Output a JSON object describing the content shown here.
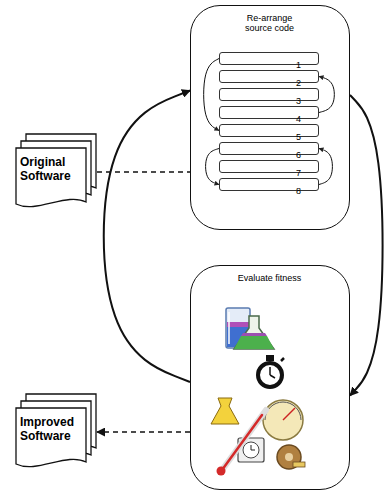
{
  "diagram": {
    "nodes": [
      {
        "text": [
          "Original Software"
        ]
      },
      {
        "text": [
          "Re-arrange source code"
        ]
      },
      {
        "text": [
          "1"
        ],
        "in": 1
      },
      {
        "text": [
          "2"
        ],
        "in": 1
      },
      {
        "text": [
          "3"
        ],
        "in": 1
      },
      {
        "text": [
          "4"
        ],
        "in": 1
      },
      {
        "text": [
          "5"
        ],
        "in": 1
      },
      {
        "text": [
          "6"
        ],
        "in": 1
      },
      {
        "text": [
          "7"
        ],
        "in": 1
      },
      {
        "text": [
          "8"
        ],
        "in": 1
      },
      {
        "text": [
          "Evaluate fitness"
        ]
      },
      {
        "text": [
          "Improved Software"
        ]
      }
    ],
    "edges": [
      {
        "from": 0,
        "to": 1,
        "arrow": "none"
      },
      {
        "from": 1,
        "to": 10,
        "arrow": "to"
      },
      {
        "from": 10,
        "to": 1,
        "arrow": "to"
      },
      {
        "from": 10,
        "to": 11,
        "arrow": "to"
      },
      {
        "from": 2,
        "to": 6,
        "arrow": "to"
      },
      {
        "from": 5,
        "to": 3,
        "arrow": "to"
      },
      {
        "from": 7,
        "to": 9,
        "arrow": "to"
      },
      {
        "from": 9,
        "to": 7,
        "arrow": "to"
      }
    ]
  }
}
